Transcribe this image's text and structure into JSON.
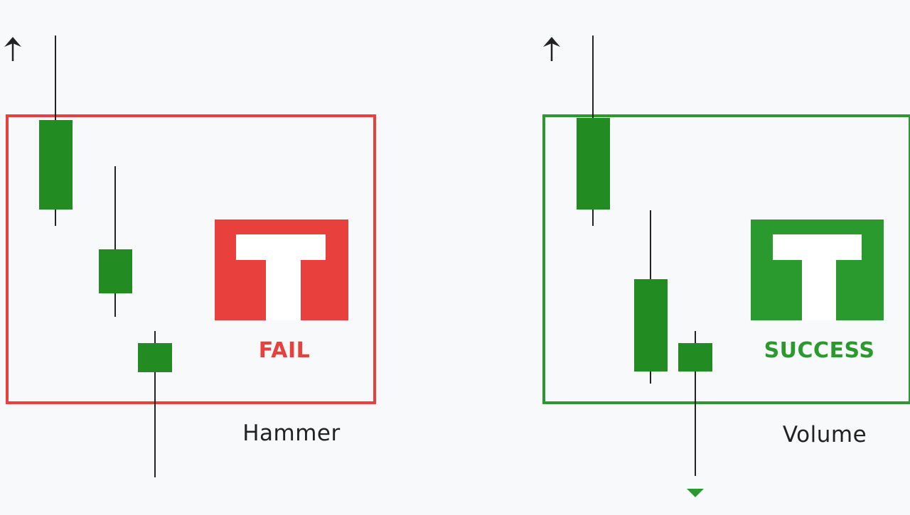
{
  "colors": {
    "background": "#f8f9fa",
    "fail": "#e8403d",
    "success": "#2a9a2f",
    "candle": "#228b22",
    "wick": "#222222",
    "text": "#222222"
  },
  "panels": [
    {
      "id": "hammer",
      "caption": "Hammer",
      "verdict": "FAIL",
      "status": "fail",
      "badge_icon": "t-icon",
      "up_arrow_icon": "arrow-up-icon"
    },
    {
      "id": "volume",
      "caption": "Volume",
      "verdict": "SUCCESS",
      "status": "success",
      "badge_icon": "t-icon",
      "up_arrow_icon": "arrow-up-icon",
      "down_arrow_icon": "triangle-down-icon"
    }
  ]
}
